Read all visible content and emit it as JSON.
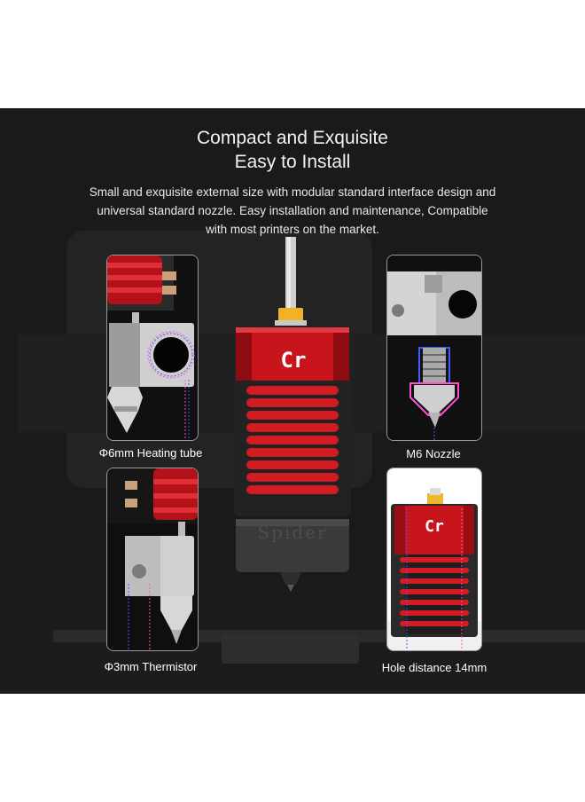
{
  "headline": {
    "line1": "Compact and Exquisite",
    "line2": "Easy to Install"
  },
  "description": {
    "line1": "Small and exquisite external size with modular standard interface design and",
    "line2": "universal standard nozzle. Easy installation and maintenance, Compatible",
    "line3": "with most printers on the market."
  },
  "captions": {
    "heating_tube": "Φ6mm Heating tube",
    "nozzle": "M6 Nozzle",
    "thermistor": "Φ3mm Thermistor",
    "hole_distance": "Hole distance 14mm"
  },
  "product": {
    "heatsink_label": "Cr",
    "silicone_sock_label": "Spider"
  },
  "colors": {
    "background": "#1a1a1a",
    "accent_red": "#c8141b",
    "pink_outline": "#ff4fd0",
    "blue_outline": "#3d5bff"
  }
}
